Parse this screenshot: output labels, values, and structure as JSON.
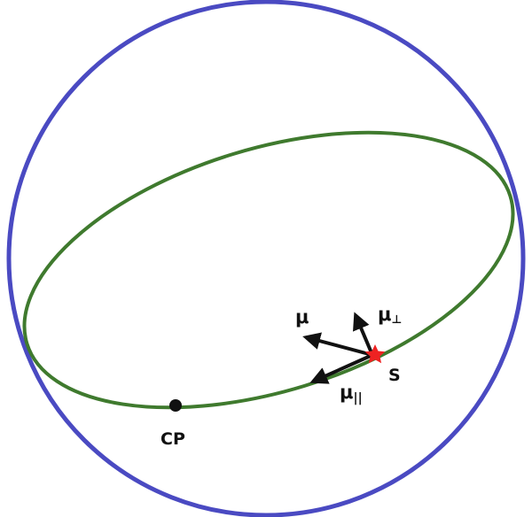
{
  "labels": {
    "mu": "μ",
    "mu_perp": "μ",
    "mu_perp_sub": "⊥",
    "mu_par": "μ",
    "mu_par_sub": "||",
    "source": "S",
    "cp": "CP"
  },
  "colors": {
    "sphere": "#4a4ac2",
    "orbit": "#3f7a2e",
    "star": "#ee2222",
    "arrow": "#111111",
    "point": "#111111"
  },
  "icons": {
    "source": "star-icon",
    "cp": "dot-icon"
  }
}
